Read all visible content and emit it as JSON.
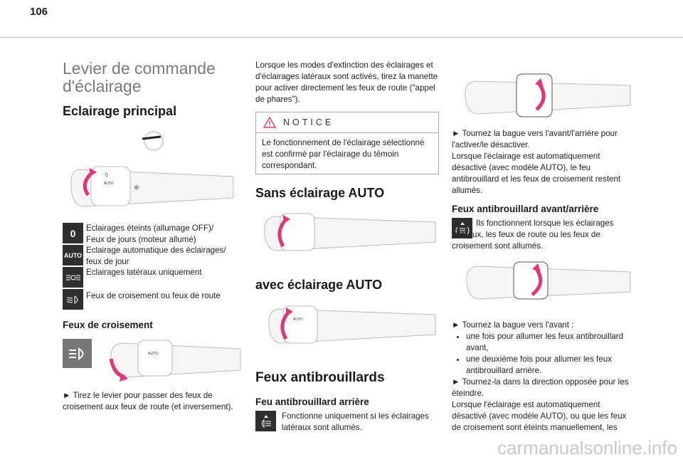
{
  "page": {
    "number": "106"
  },
  "col1": {
    "title": "Levier de commande d'éclairage",
    "section": "Eclairage principal",
    "modes": [
      {
        "icon": "0",
        "text": "Eclairages éteints (allumage OFF)/ Feux de jours (moteur allumé)"
      },
      {
        "icon": "AUTO",
        "text": "Eclairage automatique des éclairages/ feux de jour"
      },
      {
        "icon": "side-lights",
        "text": "Eclairages latéraux uniquement"
      },
      {
        "icon": "dipped-beam",
        "text": "Feux de croisement ou feux de route"
      }
    ],
    "sub": "Feux de croisement",
    "sub_text": "► Tirez le levier pour passer des feux de croisement aux feux de route (et inversement)."
  },
  "col2": {
    "intro": "Lorsque les modes d'extinction des éclairages et d'éclairages latéraux sont activés, tirez la manette pour activer directement les feux de route (\"appel de phares\").",
    "notice_label": "NOTICE",
    "notice_text": "Le fonctionnement de l'éclairage sélectionné est confirmé par l'éclairage du témoin correspondant.",
    "sans_auto": "Sans éclairage AUTO",
    "avec_auto": "avec éclairage AUTO",
    "fog_title": "Feux antibrouillards",
    "rear_title": "Feu antibrouillard arrière",
    "rear_text": "Fonctionne uniquement si les éclairages latéraux sont allumés."
  },
  "col3": {
    "p1_line1": "► Tournez la bague vers l'avant/l'arrière pour l'activer/le désactiver.",
    "p1_line2": "Lorsque l'éclairage est automatiquement désactivé (avec modèle AUTO), le feu antibrouillard et les feux de croisement restent allumés.",
    "front_rear_title": "Feux antibrouillard avant/arrière",
    "front_rear_text": "Ils fonctionnent lorsque les éclairages latéraux, les feux de route ou les feux de croisement sont allumés.",
    "turn_front": "► Tournez la bague vers l'avant :",
    "bullets": [
      "une fois pour allumer les feux antibrouillard avant,",
      "une deuxième fois pour allumer les feux antibrouillard arrière."
    ],
    "turn_opp": "► Tournez-la dans la direction opposée pour les éteindre.",
    "last": "Lorsque l'éclairage est automatiquement désactivé (avec modèle AUTO), ou que les feux de croisement sont éteints manuellement, les"
  },
  "footer": {
    "watermark": "carmanualsonline.info"
  },
  "colors": {
    "accent_arrow": "#e4347a",
    "icon_bg": "#2f2f2f",
    "title_grey": "#7a7a7a",
    "notice_triangle": "#e4347a"
  }
}
